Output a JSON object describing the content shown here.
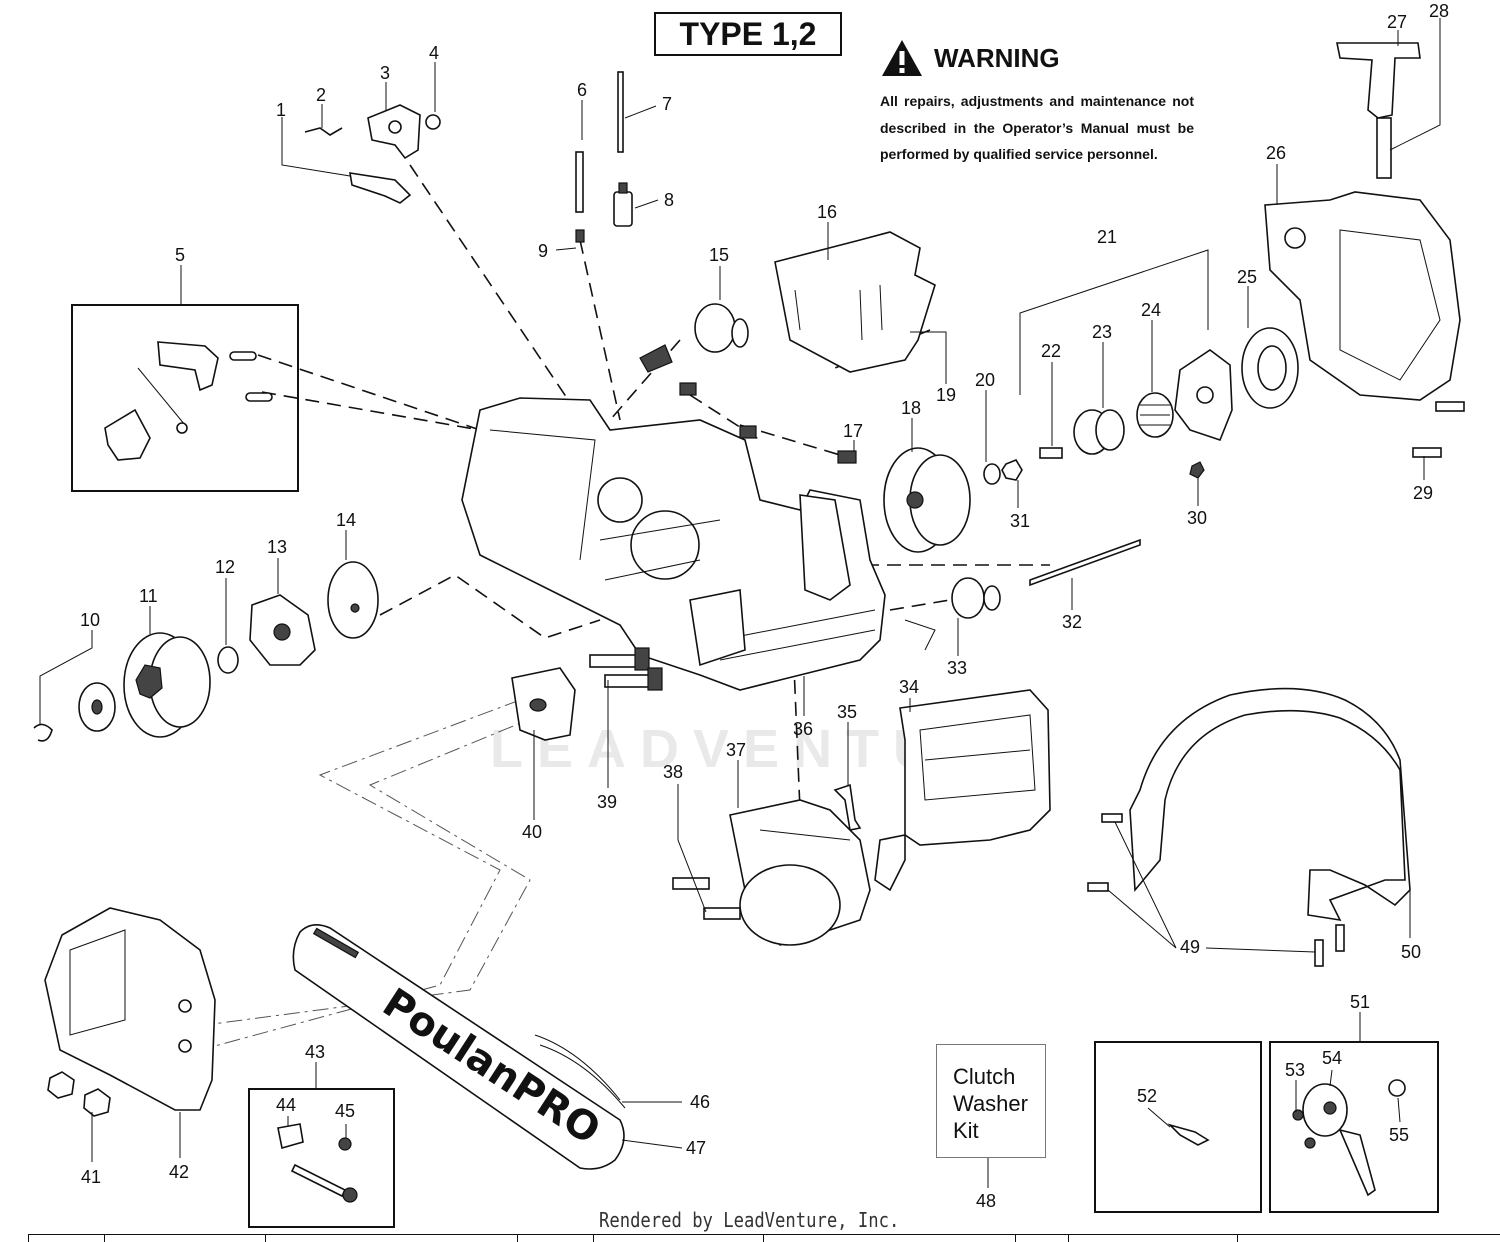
{
  "title": "TYPE 1,2",
  "warning": {
    "heading": "WARNING",
    "text": "All repairs, adjustments and maintenance not described in the Operator’s Manual must be performed by qualified  service personnel."
  },
  "brand_on_bar": "PoulanPRO",
  "clutch_kit_label": "Clutch Washer Kit",
  "watermark": "LEADVENTURE",
  "footer": "Rendered by LeadVenture, Inc.",
  "callouts": [
    "1",
    "2",
    "3",
    "4",
    "5",
    "6",
    "7",
    "8",
    "9",
    "10",
    "11",
    "12",
    "13",
    "14",
    "15",
    "16",
    "17",
    "18",
    "19",
    "20",
    "21",
    "22",
    "23",
    "24",
    "25",
    "26",
    "27",
    "28",
    "29",
    "30",
    "31",
    "32",
    "33",
    "34",
    "35",
    "36",
    "37",
    "38",
    "39",
    "40",
    "41",
    "42",
    "43",
    "44",
    "45",
    "46",
    "47",
    "48",
    "49",
    "50",
    "51",
    "52",
    "53",
    "54",
    "55"
  ]
}
